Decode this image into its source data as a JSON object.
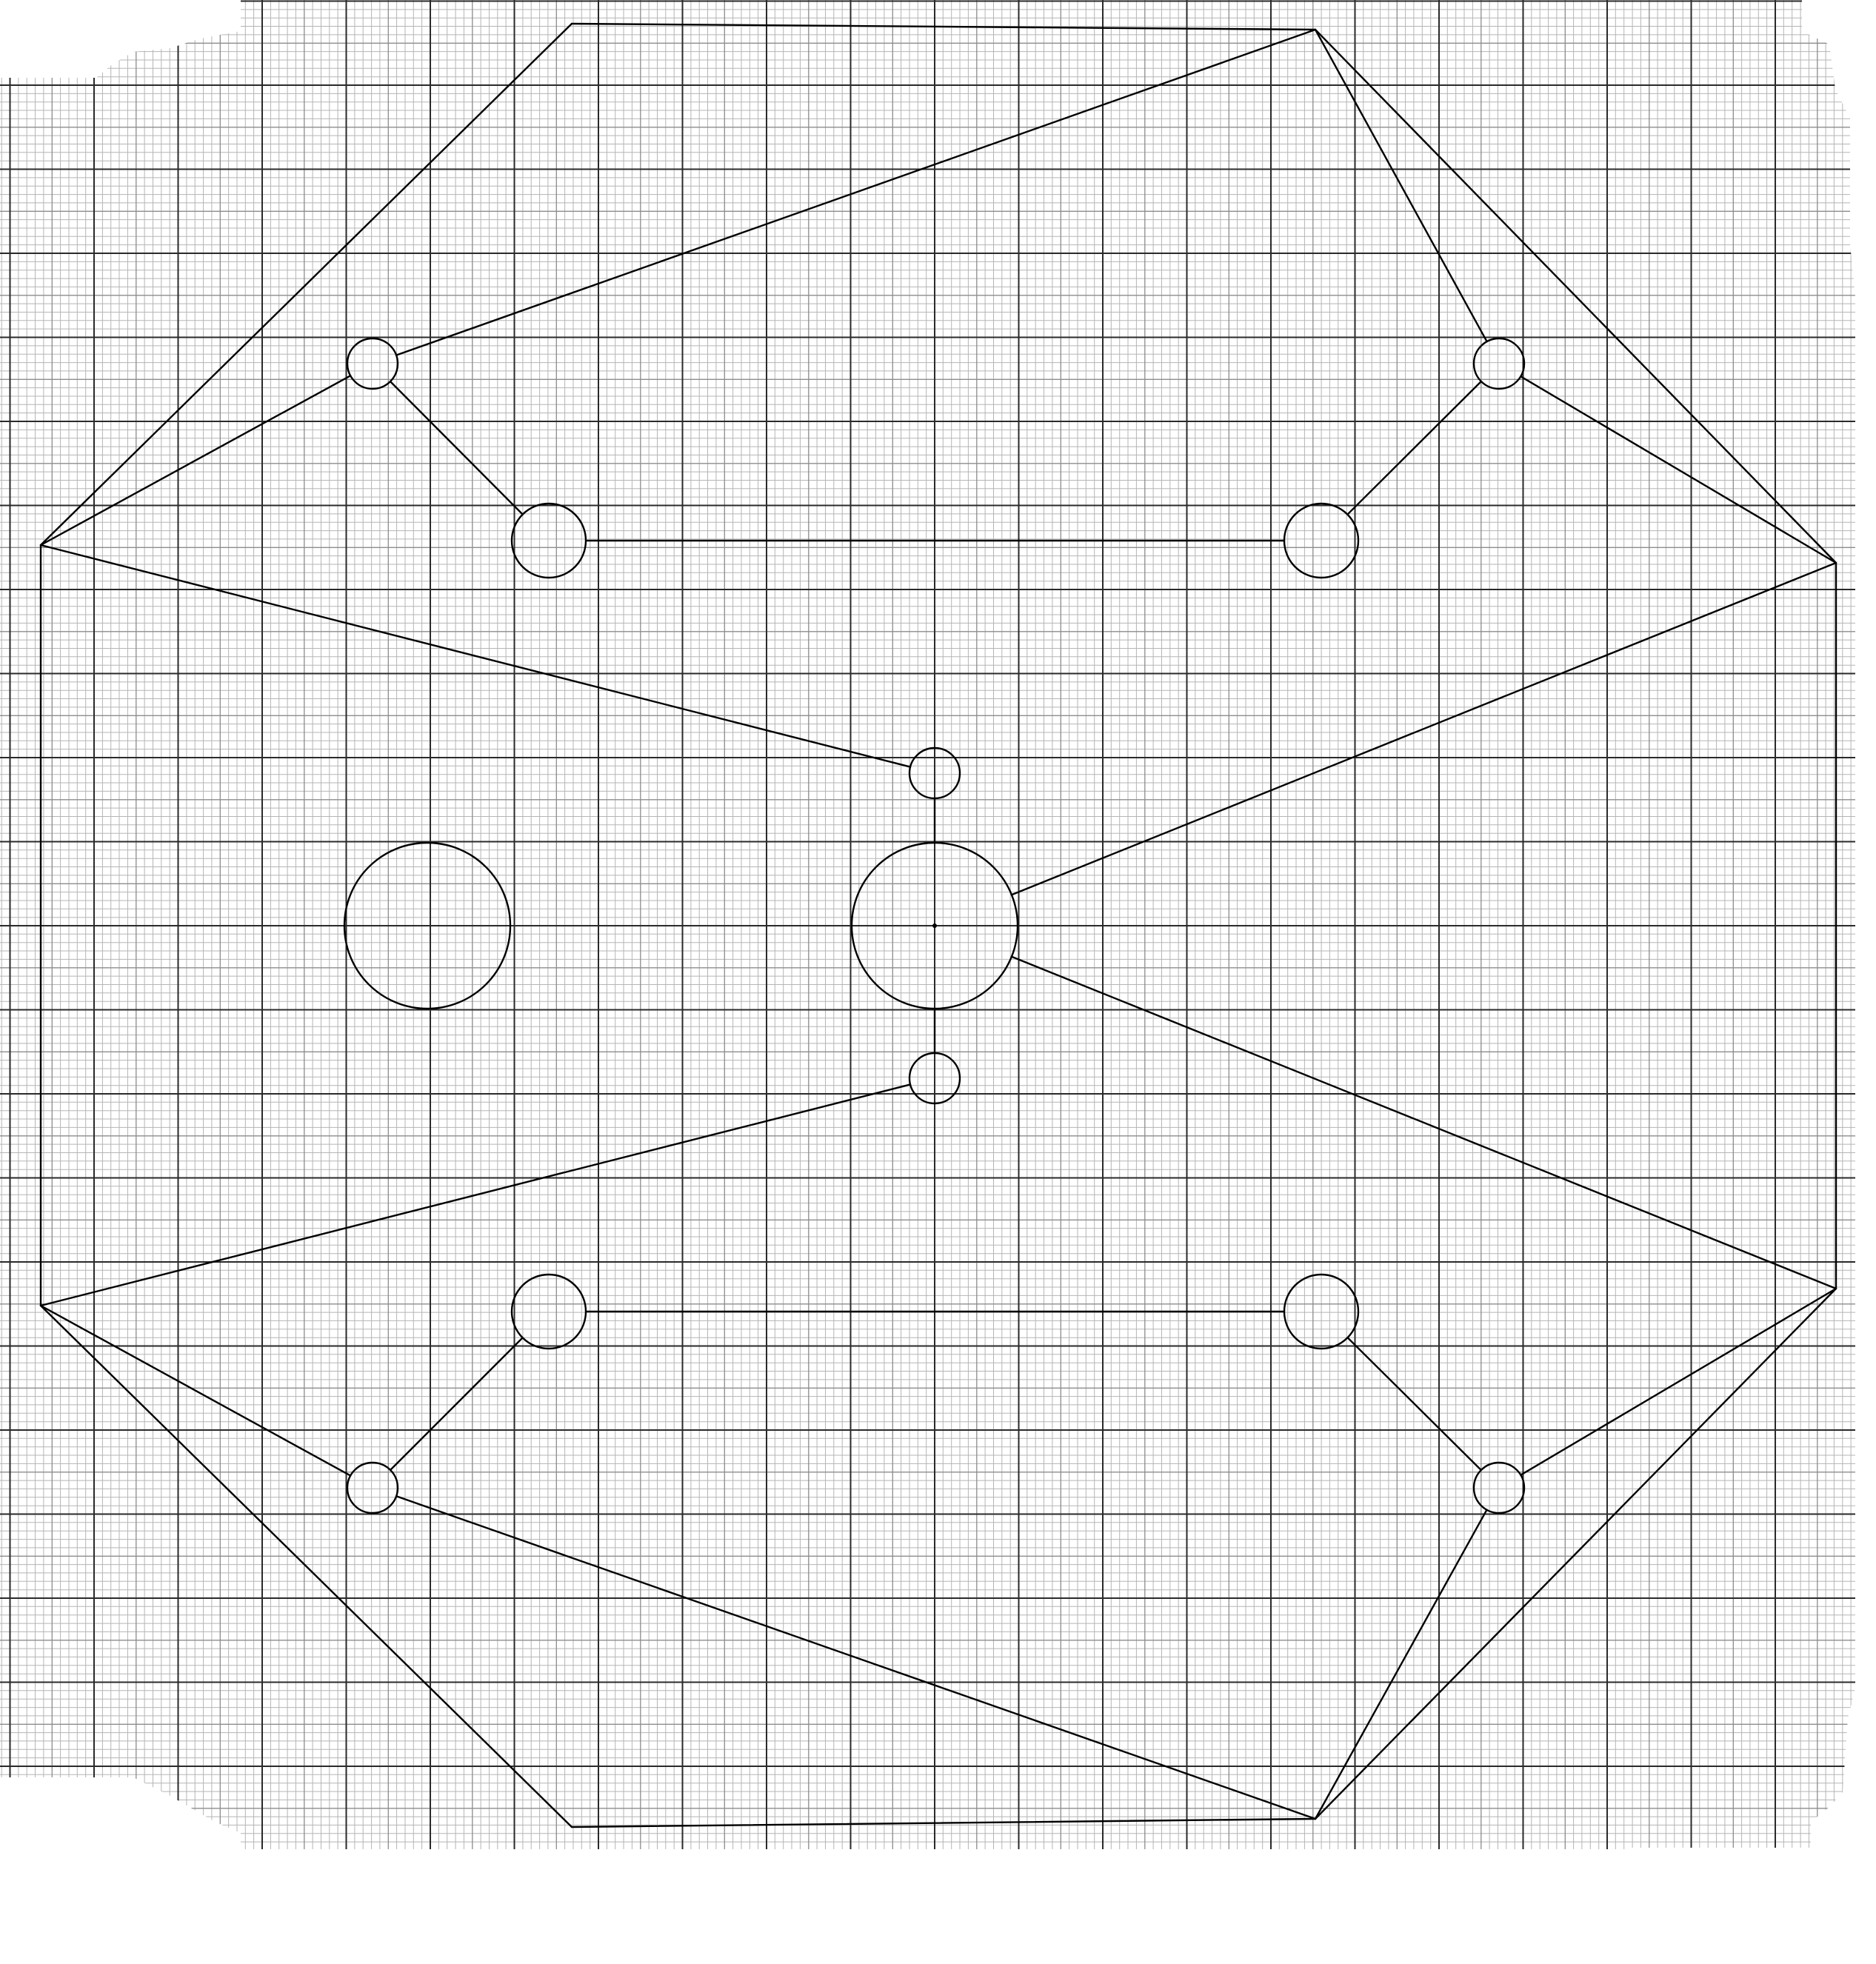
{
  "diagram": {
    "type": "polygon-node-diagram on graph paper",
    "colors": {
      "background": "#ffffff",
      "grid_fine": "#b5b5b5",
      "grid_major": "#2a2a2a",
      "ink": "#000000"
    },
    "grid": {
      "major_every": 10,
      "mid_every": 5
    },
    "node_count": 14,
    "edge_count": 31,
    "has_center_dot": true
  }
}
